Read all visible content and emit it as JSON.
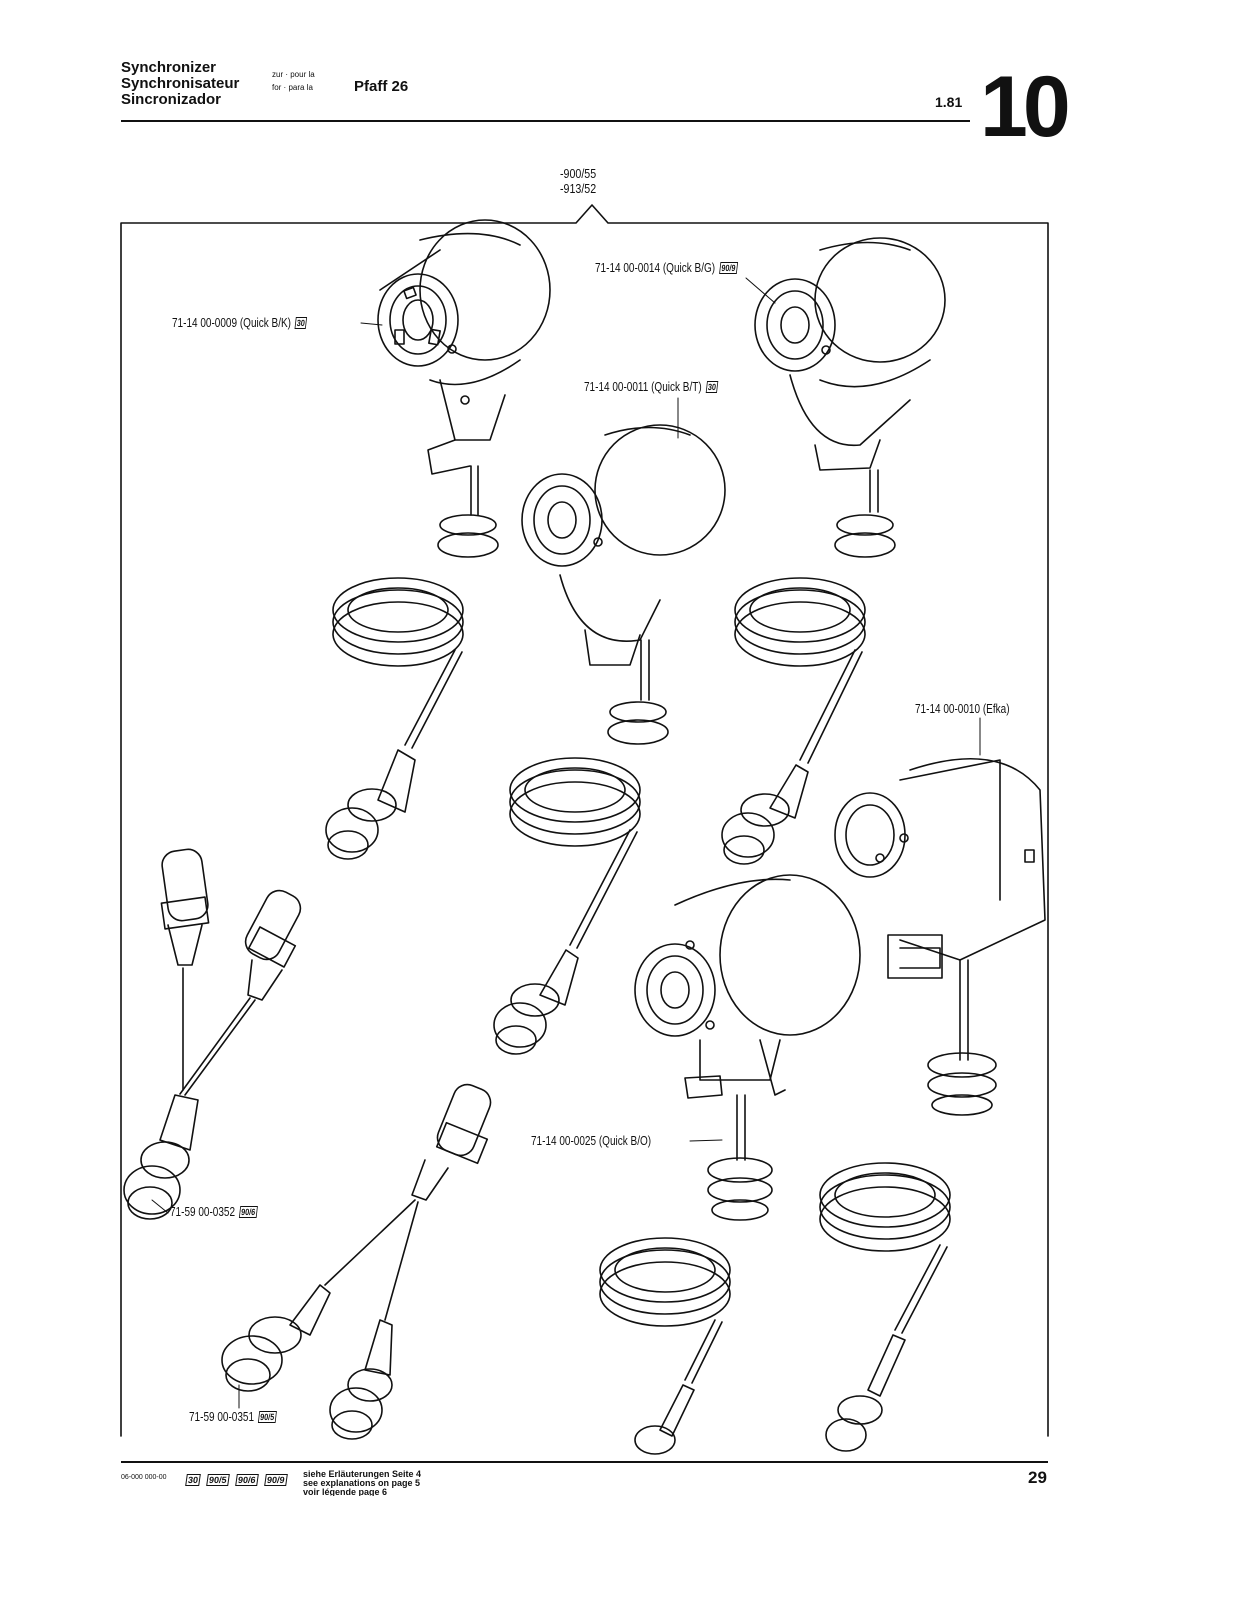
{
  "header": {
    "titles": [
      "Synchronizer",
      "Synchronisateur",
      "Sincronizador"
    ],
    "prepositions": [
      "zur · pour la",
      "for · para la"
    ],
    "model": "Pfaff 26",
    "date": "1.81",
    "section": "10"
  },
  "variants": [
    "-900/55",
    "-913/52"
  ],
  "parts": [
    {
      "number": "71-14 00-0009",
      "desc": "(Quick B/K)",
      "box": "30"
    },
    {
      "number": "71-14 00-0014",
      "desc": "(Quick B/G)",
      "box": "90/9"
    },
    {
      "number": "71-14 00-0011",
      "desc": "(Quick B/T)",
      "box": "30"
    },
    {
      "number": "71-14 00-0010",
      "desc": "(Efka)",
      "box": ""
    },
    {
      "number": "71-14 00-0025",
      "desc": "(Quick B/O)",
      "box": ""
    },
    {
      "number": "71-59 00-0352",
      "desc": "",
      "box": "90/6"
    },
    {
      "number": "71-59 00-0351",
      "desc": "",
      "box": "90/5"
    }
  ],
  "footer": {
    "code": "06-000 000-00",
    "boxes": [
      "30",
      "90/5",
      "90/6",
      "90/9"
    ],
    "notes": [
      "siehe Erläuterungen Seite 4",
      "see explanations on page 5",
      "voir légende page 6"
    ],
    "page": "29"
  }
}
